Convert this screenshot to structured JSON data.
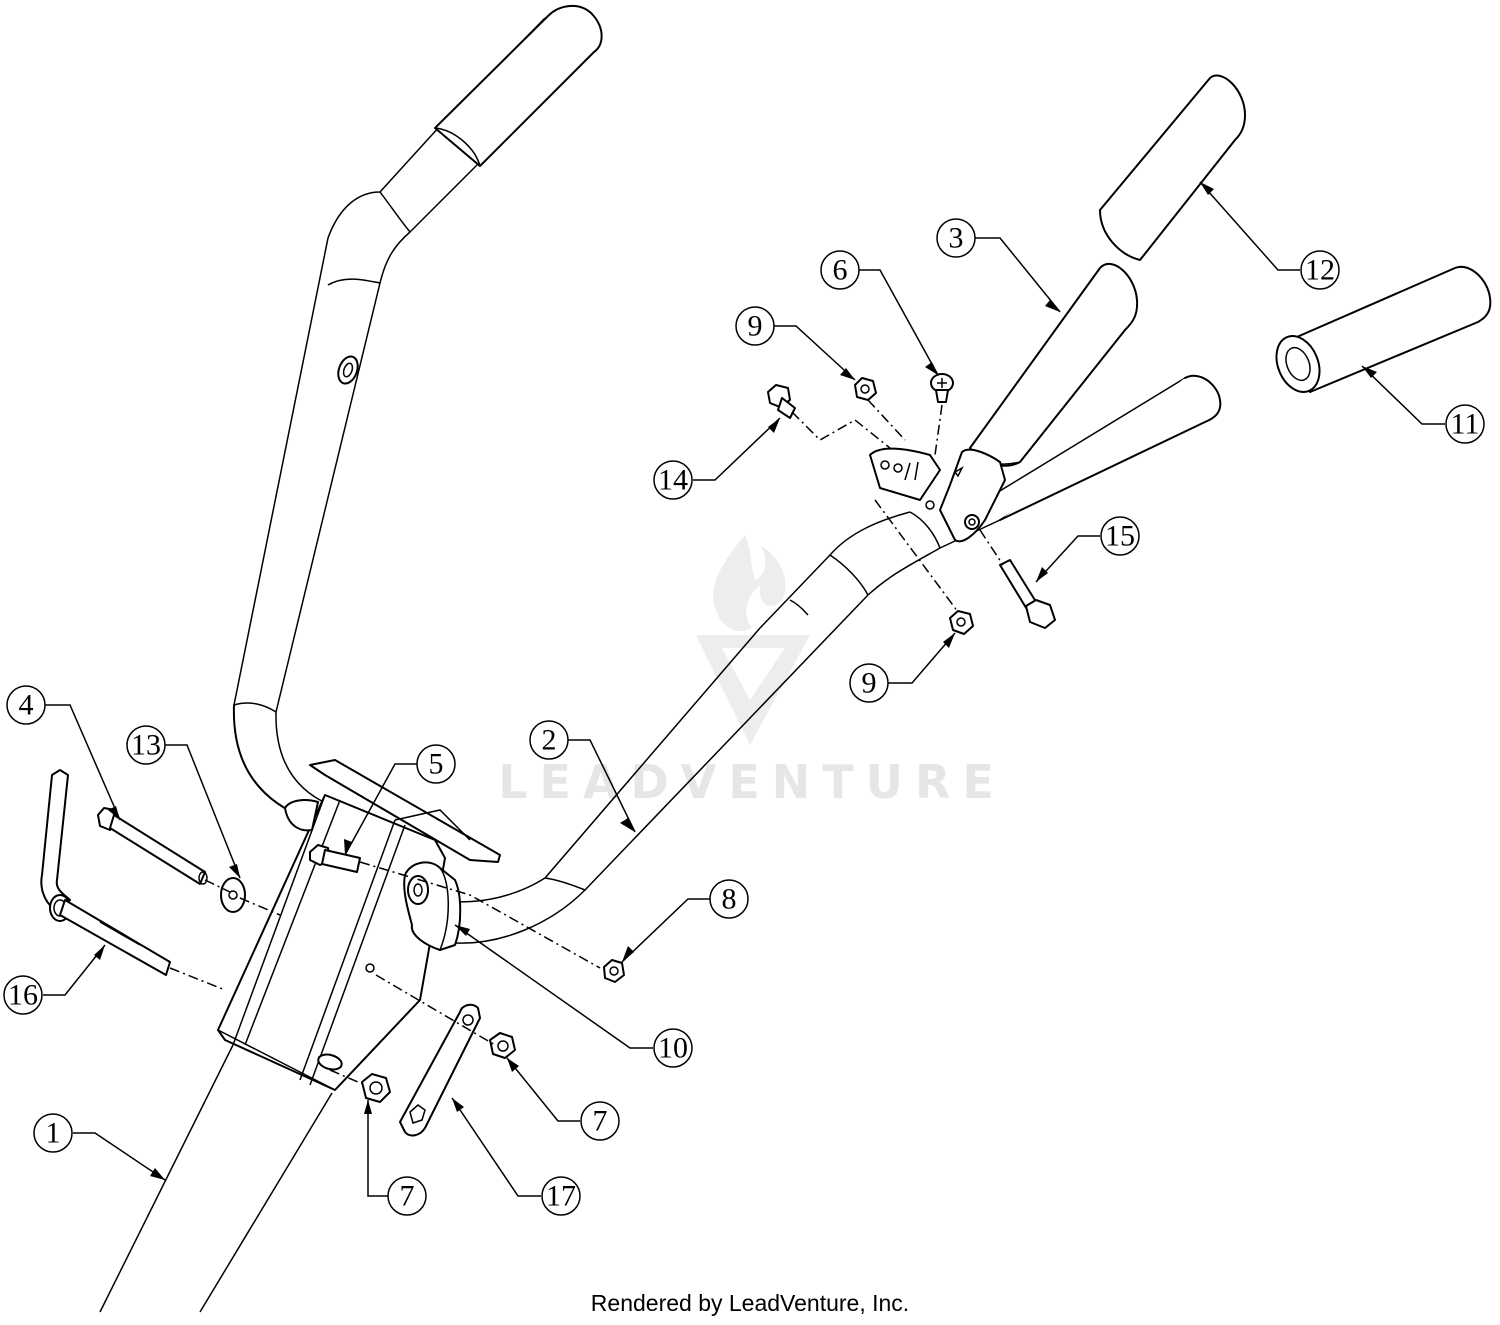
{
  "footer": {
    "text": "Rendered by LeadVenture, Inc."
  },
  "watermark": {
    "text": "LEADVENTURE",
    "color": "#e6e6e6"
  },
  "callouts": [
    {
      "id": "c1",
      "label": "1"
    },
    {
      "id": "c2",
      "label": "2"
    },
    {
      "id": "c3",
      "label": "3"
    },
    {
      "id": "c4",
      "label": "4"
    },
    {
      "id": "c5",
      "label": "5"
    },
    {
      "id": "c6",
      "label": "6"
    },
    {
      "id": "c7a",
      "label": "7"
    },
    {
      "id": "c7b",
      "label": "7"
    },
    {
      "id": "c8",
      "label": "8"
    },
    {
      "id": "c9a",
      "label": "9"
    },
    {
      "id": "c9b",
      "label": "9"
    },
    {
      "id": "c10",
      "label": "10"
    },
    {
      "id": "c11",
      "label": "11"
    },
    {
      "id": "c12",
      "label": "12"
    },
    {
      "id": "c13",
      "label": "13"
    },
    {
      "id": "c14",
      "label": "14"
    },
    {
      "id": "c15",
      "label": "15"
    },
    {
      "id": "c16",
      "label": "16"
    },
    {
      "id": "c17",
      "label": "17"
    }
  ]
}
